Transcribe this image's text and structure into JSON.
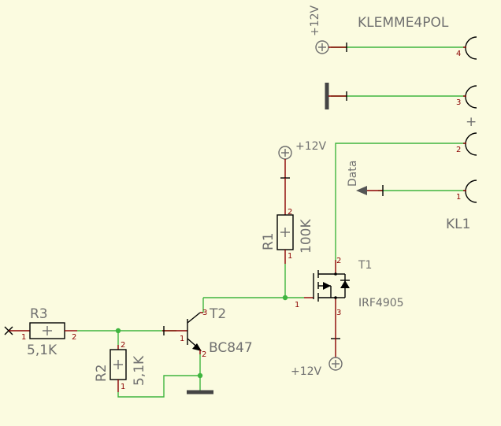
{
  "labels": {
    "supply_top": "+12V",
    "supply_mid": "+12V",
    "supply_bottom": "+12V",
    "connector_name": "KLEMME4POL",
    "connector_ref": "KL1",
    "plus_mark": "+",
    "data_label": "Data",
    "r1_name": "R1",
    "r1_value": "100K",
    "r2_name": "R2",
    "r2_value": "5,1K",
    "r3_name": "R3",
    "r3_value": "5,1K",
    "t1_name": "T1",
    "t1_value": "IRF4905",
    "t2_name": "T2",
    "t2_value": "BC847"
  },
  "pins": {
    "kl_4": "4",
    "kl_3": "3",
    "kl_2": "2",
    "kl_1": "1",
    "r1_top": "2",
    "r1_bottom": "1",
    "r2_top": "2",
    "r2_bottom": "1",
    "r3_left": "1",
    "r3_right": "2",
    "t1_drain": "2",
    "t1_gate": "1",
    "t1_source": "3",
    "t2_collector": "3",
    "t2_base": "1",
    "t2_emitter": "2"
  }
}
